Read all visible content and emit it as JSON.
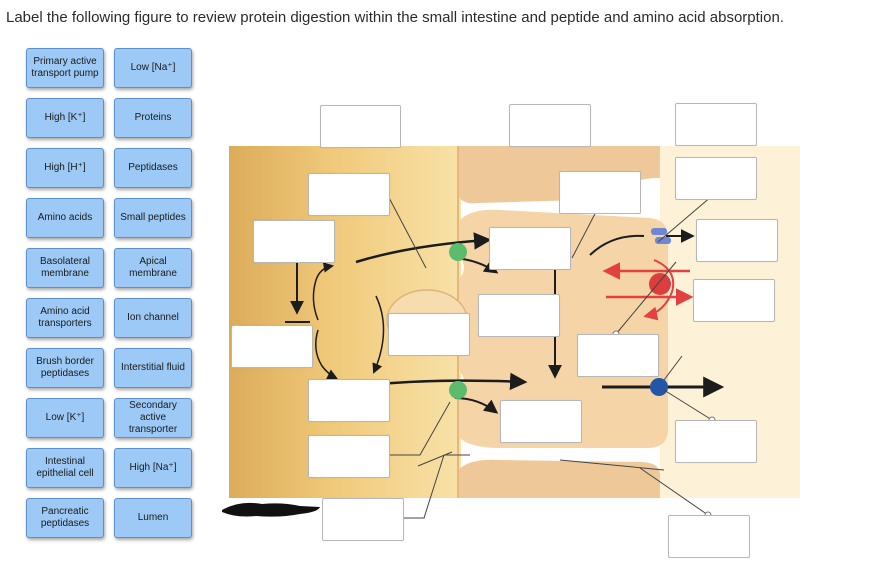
{
  "instructions": "Label the following figure to review protein digestion within the small intestine and peptide and amino acid absorption.",
  "labels": [
    "Primary active transport pump",
    "Low [Na⁺]",
    "High [K⁺]",
    "Proteins",
    "High [H⁺]",
    "Peptidases",
    "Amino acids",
    "Small peptides",
    "Basolateral membrane",
    "Apical membrane",
    "Amino acid transporters",
    "Ion channel",
    "Brush border peptidases",
    "Interstitial fluid",
    "Low [K⁺]",
    "Secondary active transporter",
    "Intestinal epithelial cell",
    "High [Na⁺]",
    "Pancreatic peptidases",
    "Lumen"
  ],
  "colors": {
    "chip_fill": "#9cc9f5",
    "lumen_tan": "#e2b566",
    "cell_peach": "#f3cfa3",
    "interstitial_cream": "#fdf1d8",
    "transporter_green": "#5dbb6e",
    "pump_red": "#dc3d3d",
    "channel_blue": "#2456a8",
    "ion_arrow_red": "#e34040"
  }
}
